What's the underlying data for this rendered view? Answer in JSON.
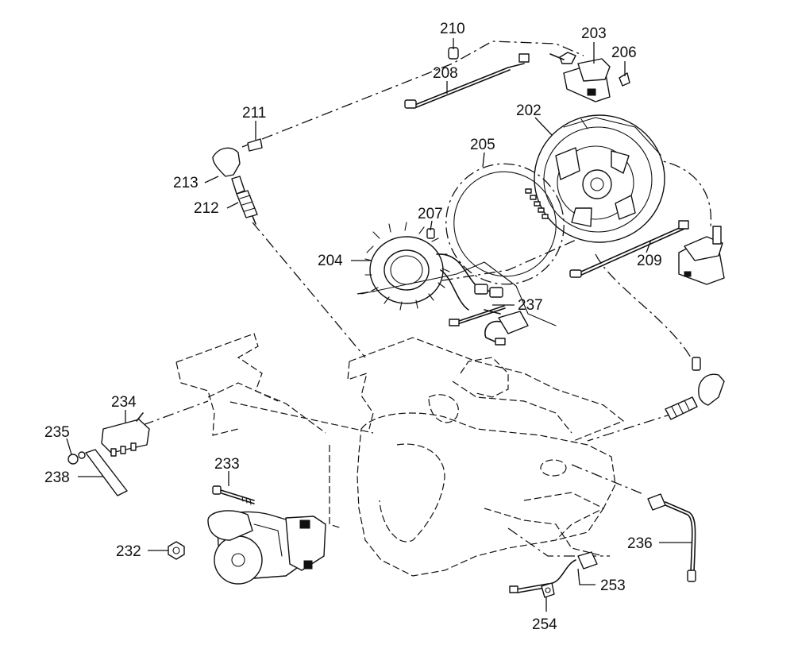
{
  "labels": [
    {
      "id": "p210",
      "text": "210"
    },
    {
      "id": "p203",
      "text": "203"
    },
    {
      "id": "p206",
      "text": "206"
    },
    {
      "id": "p208",
      "text": "208"
    },
    {
      "id": "p211",
      "text": "211"
    },
    {
      "id": "p202",
      "text": "202"
    },
    {
      "id": "p205",
      "text": "205"
    },
    {
      "id": "p213",
      "text": "213"
    },
    {
      "id": "p212",
      "text": "212"
    },
    {
      "id": "p207",
      "text": "207"
    },
    {
      "id": "p204",
      "text": "204"
    },
    {
      "id": "p209",
      "text": "209"
    },
    {
      "id": "p237",
      "text": "237"
    },
    {
      "id": "p234",
      "text": "234"
    },
    {
      "id": "p235",
      "text": "235"
    },
    {
      "id": "p238",
      "text": "238"
    },
    {
      "id": "p233",
      "text": "233"
    },
    {
      "id": "p232",
      "text": "232"
    },
    {
      "id": "p236",
      "text": "236"
    },
    {
      "id": "p253",
      "text": "253"
    },
    {
      "id": "p254",
      "text": "254"
    }
  ]
}
